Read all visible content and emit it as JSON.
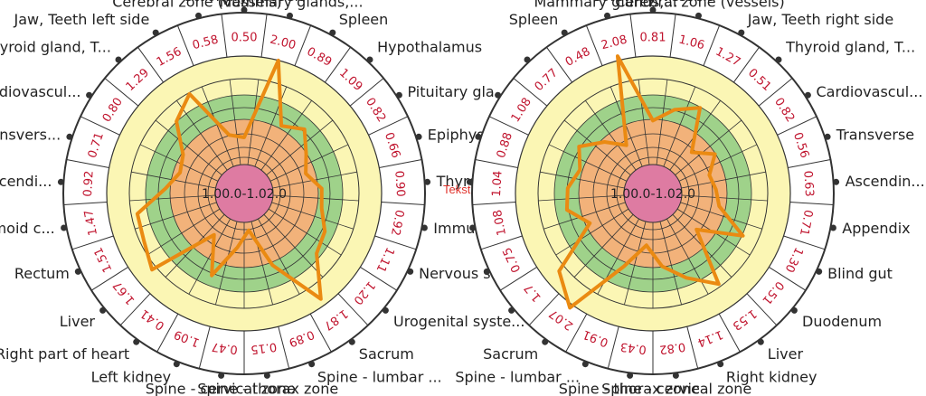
{
  "colors": {
    "outer_ring": "#fbf6b4",
    "green_zone": "#9fd28a",
    "orange_zone": "#f2b27a",
    "center": "#de7ba2",
    "profile_line": "#ea8a12",
    "value_text": "#c0142e",
    "tekst": "#e0322b"
  },
  "center_text": "1.00.0-1.02.0",
  "tekst_label": "Tekst",
  "chart_data": [
    {
      "type": "radar",
      "name": "left",
      "categories": [
        "Coronary vessels",
        "Mammary glands,...",
        "Spleen",
        "Hypothalamus",
        "Pituitary gla...",
        "Epiphysis",
        "Thyro...",
        "Immu...",
        "Nervous s...",
        "Urogenital syste...",
        "Sacrum",
        "Spine - lumbar ...",
        "Spine - thorax zone",
        "Spine - cervical zone",
        "Left kidney",
        "Right part of heart",
        "Liver",
        "Rectum",
        "Sigmoid c...",
        "Descendi...",
        "Transvers...",
        "Cardiovascul...",
        "Thyroid gland, T...",
        "Jaw, Teeth left side",
        "Cerebral zone (vessels)"
      ],
      "values": [
        0.5,
        2.0,
        0.89,
        1.09,
        0.82,
        0.66,
        0.9,
        0.92,
        1.11,
        1.2,
        1.87,
        0.89,
        0.15,
        0.47,
        1.09,
        0.41,
        1.67,
        1.51,
        1.47,
        0.92,
        0.71,
        0.8,
        1.29,
        1.56,
        0.58
      ],
      "value_labels": [
        "0.50",
        "2.00",
        "0.89",
        "1.09",
        "0.82",
        "0.66",
        "0.90",
        "0.92",
        "1.11",
        "1.20",
        "1.87",
        "0.89",
        "0.15",
        "0.47",
        "1.09",
        "0.41",
        "1.67",
        "1.51",
        "1.47",
        "0.92",
        "0.71",
        "0.80",
        "1.29",
        "1.56",
        "0.58"
      ],
      "center_text": "1.00.0-1.02.0"
    },
    {
      "type": "radar",
      "name": "right",
      "categories": [
        "Coronary vessels",
        "Cerebral zone (vessels)",
        "Jaw, Teeth right side",
        "Thyroid gland, T...",
        "Cardiovascul...",
        "Transverse",
        "Ascendin...",
        "Appendix",
        "Blind gut",
        "Duodenum",
        "Liver",
        "Right kidney",
        "Spine - cervical zone",
        "Spine - thorax zone",
        "Spine - lumbar ...",
        "Sacrum",
        "",
        "",
        "",
        "",
        "",
        "",
        "",
        "Spleen",
        "Mammary glands,..."
      ],
      "values": [
        0.81,
        1.06,
        1.27,
        0.51,
        0.82,
        0.56,
        0.63,
        0.71,
        1.3,
        0.51,
        1.53,
        1.14,
        0.82,
        0.43,
        0.91,
        2.07,
        1.71,
        0.75,
        1.08,
        1.04,
        0.88,
        1.08,
        0.77,
        0.48,
        2.08
      ],
      "value_labels": [
        "0.81",
        "1.06",
        "1.27",
        "0.51",
        "0.82",
        "0.56",
        "0.63",
        "0.71",
        "1.30",
        "0.51",
        "1.53",
        "1.14",
        "0.82",
        "0.43",
        "0.91",
        "2.07",
        "1.7",
        "0.75",
        "1.08",
        "1.04",
        "0.88",
        "1.08",
        "0.77",
        "0.48",
        "2.08"
      ],
      "center_text": "1.00.0-1.02.0"
    }
  ]
}
